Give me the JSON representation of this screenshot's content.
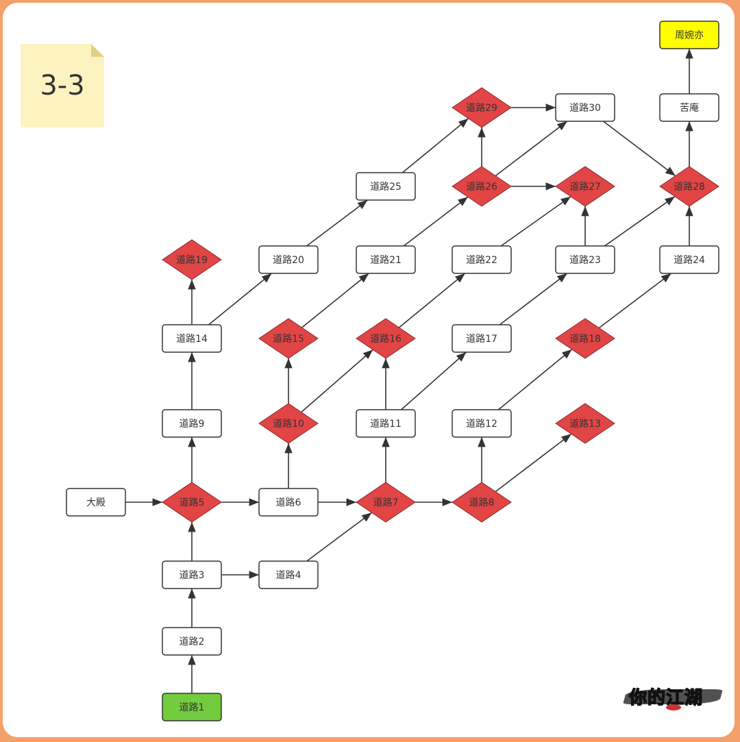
{
  "note": {
    "label": "3-3"
  },
  "logo": {
    "text": "你的江湖"
  },
  "colors": {
    "diamond": "#e24545",
    "start": "#72cc3e",
    "end": "#ffff00",
    "box": "#ffffff",
    "frame": "#f4a06a"
  },
  "nodes": [
    {
      "id": "dadian",
      "label": "大殿",
      "shape": "rect"
    },
    {
      "id": "r1",
      "label": "道路1",
      "shape": "start"
    },
    {
      "id": "r2",
      "label": "道路2",
      "shape": "rect"
    },
    {
      "id": "r3",
      "label": "道路3",
      "shape": "rect"
    },
    {
      "id": "r4",
      "label": "道路4",
      "shape": "rect"
    },
    {
      "id": "r5",
      "label": "道路5",
      "shape": "diamond"
    },
    {
      "id": "r6",
      "label": "道路6",
      "shape": "rect"
    },
    {
      "id": "r7",
      "label": "道路7",
      "shape": "diamond"
    },
    {
      "id": "r8",
      "label": "道路8",
      "shape": "diamond"
    },
    {
      "id": "r9",
      "label": "道路9",
      "shape": "rect"
    },
    {
      "id": "r10",
      "label": "道路10",
      "shape": "diamond"
    },
    {
      "id": "r11",
      "label": "道路11",
      "shape": "rect"
    },
    {
      "id": "r12",
      "label": "道路12",
      "shape": "rect"
    },
    {
      "id": "r13",
      "label": "道路13",
      "shape": "diamond"
    },
    {
      "id": "r14",
      "label": "道路14",
      "shape": "rect"
    },
    {
      "id": "r15",
      "label": "道路15",
      "shape": "diamond"
    },
    {
      "id": "r16",
      "label": "道路16",
      "shape": "diamond"
    },
    {
      "id": "r17",
      "label": "道路17",
      "shape": "rect"
    },
    {
      "id": "r18",
      "label": "道路18",
      "shape": "diamond"
    },
    {
      "id": "r19",
      "label": "道路19",
      "shape": "diamond"
    },
    {
      "id": "r20",
      "label": "道路20",
      "shape": "rect"
    },
    {
      "id": "r21",
      "label": "道路21",
      "shape": "rect"
    },
    {
      "id": "r22",
      "label": "道路22",
      "shape": "rect"
    },
    {
      "id": "r23",
      "label": "道路23",
      "shape": "rect"
    },
    {
      "id": "r24",
      "label": "道路24",
      "shape": "rect"
    },
    {
      "id": "r25",
      "label": "道路25",
      "shape": "rect"
    },
    {
      "id": "r26",
      "label": "道路26",
      "shape": "diamond"
    },
    {
      "id": "r27",
      "label": "道路27",
      "shape": "diamond"
    },
    {
      "id": "r28",
      "label": "道路28",
      "shape": "diamond"
    },
    {
      "id": "r29",
      "label": "道路29",
      "shape": "diamond"
    },
    {
      "id": "r30",
      "label": "道路30",
      "shape": "rect"
    },
    {
      "id": "kuan",
      "label": "苦庵",
      "shape": "rect"
    },
    {
      "id": "zhou",
      "label": "周婉亦",
      "shape": "end"
    }
  ],
  "edges": [
    [
      "r1",
      "r2"
    ],
    [
      "r2",
      "r3"
    ],
    [
      "r3",
      "r5"
    ],
    [
      "r3",
      "r4"
    ],
    [
      "r4",
      "r7"
    ],
    [
      "dadian",
      "r5"
    ],
    [
      "r5",
      "r6"
    ],
    [
      "r6",
      "r7"
    ],
    [
      "r7",
      "r8"
    ],
    [
      "r5",
      "r9"
    ],
    [
      "r9",
      "r14"
    ],
    [
      "r14",
      "r19"
    ],
    [
      "r14",
      "r20"
    ],
    [
      "r20",
      "r25"
    ],
    [
      "r25",
      "r29"
    ],
    [
      "r6",
      "r10"
    ],
    [
      "r10",
      "r15"
    ],
    [
      "r10",
      "r16"
    ],
    [
      "r15",
      "r21"
    ],
    [
      "r21",
      "r26"
    ],
    [
      "r7",
      "r11"
    ],
    [
      "r11",
      "r16"
    ],
    [
      "r11",
      "r17"
    ],
    [
      "r16",
      "r22"
    ],
    [
      "r22",
      "r27"
    ],
    [
      "r17",
      "r23"
    ],
    [
      "r23",
      "r27"
    ],
    [
      "r23",
      "r28"
    ],
    [
      "r8",
      "r12"
    ],
    [
      "r12",
      "r18"
    ],
    [
      "r8",
      "r13"
    ],
    [
      "r18",
      "r24"
    ],
    [
      "r24",
      "r28"
    ],
    [
      "r26",
      "r29"
    ],
    [
      "r26",
      "r27"
    ],
    [
      "r26",
      "r30"
    ],
    [
      "r29",
      "r30"
    ],
    [
      "r30",
      "r28"
    ],
    [
      "r28",
      "kuan"
    ],
    [
      "kuan",
      "zhou"
    ]
  ]
}
